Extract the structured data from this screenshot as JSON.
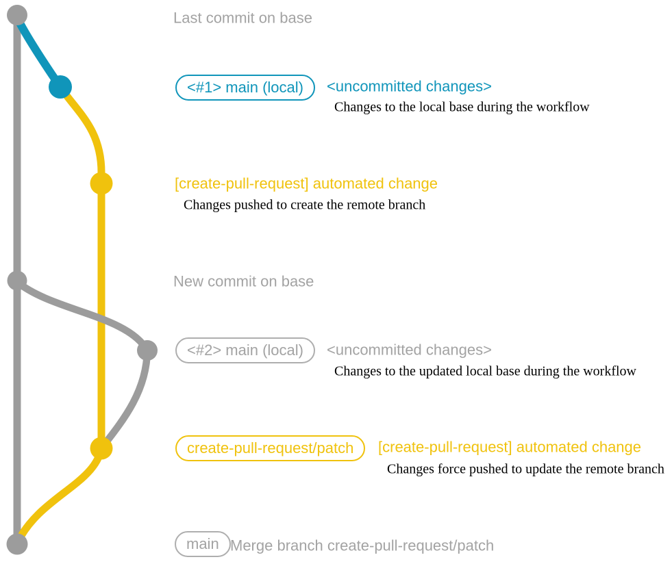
{
  "colors": {
    "graph-gray": "#9c9c9c",
    "text-gray": "#a3a3a3",
    "blue": "#1095ba",
    "yellow": "#f0c20d",
    "ink": "#000000",
    "bg": "#ffffff"
  },
  "diagram": {
    "type": "git-branch-graph",
    "branches": [
      {
        "name": "base",
        "color": "#9c9c9c"
      },
      {
        "name": "main (local)",
        "color": "#1095ba"
      },
      {
        "name": "create-pull-request/patch",
        "color": "#f0c20d"
      }
    ],
    "rows": {
      "last_commit": {
        "text": "Last commit on base"
      },
      "uncommitted_1": {
        "badge": "<#1> main (local)",
        "title": "<uncommitted changes>",
        "desc": "Changes to the local base during the workflow"
      },
      "automated_1": {
        "title": "[create-pull-request] automated change",
        "desc": "Changes pushed to create the remote branch"
      },
      "new_commit": {
        "text": "New commit on base"
      },
      "uncommitted_2": {
        "badge": "<#2> main (local)",
        "title": "<uncommitted changes>",
        "desc": "Changes to the updated local base during the workflow"
      },
      "automated_2": {
        "badge": "create-pull-request/patch",
        "title": "[create-pull-request] automated change",
        "desc": "Changes force pushed to update the remote branch"
      },
      "merge": {
        "badge": "main",
        "title": "Merge branch create-pull-request/patch"
      }
    }
  }
}
